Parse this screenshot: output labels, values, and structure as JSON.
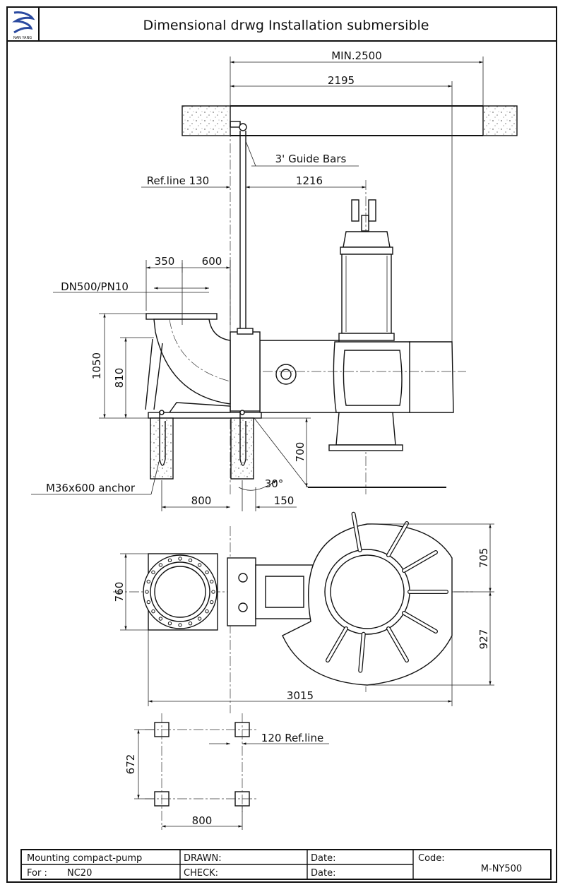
{
  "header": {
    "title": "Dimensional drwg Installation submersible",
    "logo_text": "NAN YANG"
  },
  "dimensions": {
    "min_2500": "MIN.2500",
    "d2195": "2195",
    "guide_bars": "3' Guide Bars",
    "ref_line_130": "Ref.line 130",
    "d1216": "1216",
    "d350": "350",
    "d600": "600",
    "dn500": "DN500/PN10",
    "d1050": "1050",
    "d810": "810",
    "d700": "700",
    "angle": "30°",
    "anchor": "M36x600 anchor",
    "d800_side": "800",
    "d150": "150",
    "d760": "760",
    "d705": "705",
    "d927": "927",
    "d3015": "3015",
    "ref_line_120": "120 Ref.line",
    "d672": "672",
    "d800_plan": "800"
  },
  "title_block": {
    "mounting": "Mounting compact-pump",
    "for_label": "For :",
    "for_value": "NC20",
    "drawn": "DRAWN:",
    "check": "CHECK:",
    "date1": "Date:",
    "date2": "Date:",
    "code_label": "Code:",
    "code_value": "M-NY500"
  }
}
